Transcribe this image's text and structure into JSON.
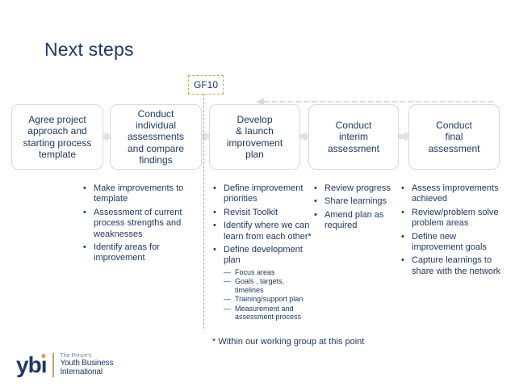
{
  "slide": {
    "title": "Next steps",
    "tag_label": "GF10",
    "footnote": "* Within our working group at this point"
  },
  "process": {
    "steps": [
      {
        "label": "Agree project\napproach and\nstarting process\ntemplate"
      },
      {
        "label": "Conduct\nindividual\nassessments\nand compare\nfindings"
      },
      {
        "label": "Develop\n& launch\nimprovement\nplan"
      },
      {
        "label": "Conduct\ninterim\nassessment"
      },
      {
        "label": "Conduct\nfinal\nassessment"
      }
    ]
  },
  "bullets": {
    "col1": {
      "i1": "Make improvements to template",
      "i2": "Assessment of current process strengths and weaknesses",
      "i3": "Identify areas for improvement"
    },
    "col2": {
      "i1": "Define improvement priorities",
      "i2": "Revisit Toolkit",
      "i3": "Identify where we can learn from each other*",
      "i4": "Define development plan",
      "sub1": "Focus areas",
      "sub2": "Goals , targets, timelines",
      "sub3": "Training/support plan",
      "sub4": "Measurement and assessment process"
    },
    "col3": {
      "i1": "Review progress",
      "i2": "Share learnings",
      "i3": "Amend plan as required"
    },
    "col4": {
      "i1": "Assess improvements achieved",
      "i2": "Review/problem solve problem areas",
      "i3": "Define new improvement goals",
      "i4": "Capture learnings to share with the network"
    }
  },
  "logo": {
    "wordmark_prefix": "yb",
    "wordmark_i": "ı",
    "tagline1": "The Prince's",
    "tagline2": "Youth Business",
    "tagline3": "International"
  },
  "colors": {
    "navy": "#1F3864",
    "gold": "#C9A45C",
    "box_border": "#D9D9D9",
    "arrow_gray": "#E3E3E3"
  }
}
